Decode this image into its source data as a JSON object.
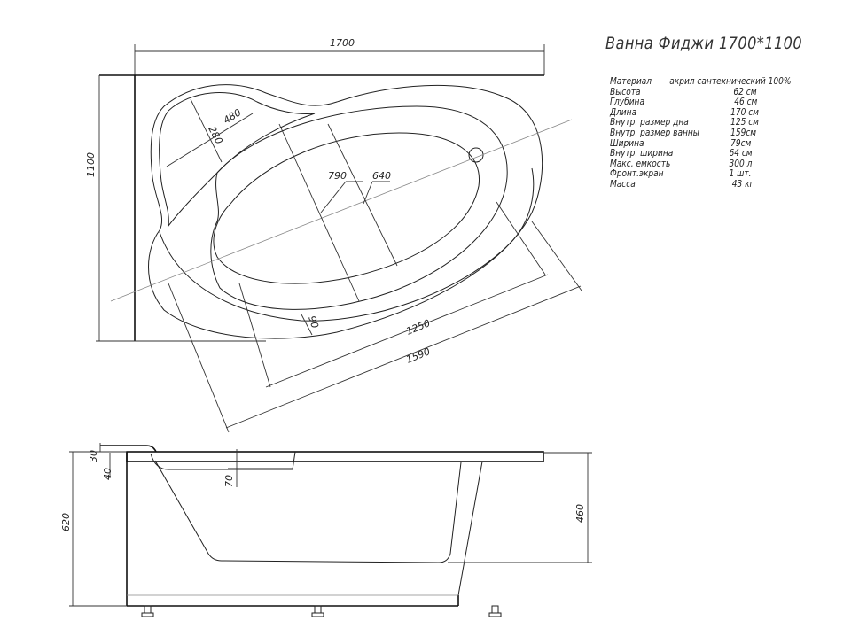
{
  "title": "Ванна Фиджи 1700*1100",
  "specs": [
    {
      "label": "Материал",
      "value": "акрил сантехнический 100%"
    },
    {
      "label": "Высота",
      "value": "62 см"
    },
    {
      "label": "Глубина",
      "value": "46 см"
    },
    {
      "label": "Длина",
      "value": "170 см"
    },
    {
      "label": "Внутр. размер дна",
      "value": "125 см"
    },
    {
      "label": "Внутр. размер ванны",
      "value": "159см"
    },
    {
      "label": "Ширина",
      "value": "79см"
    },
    {
      "label": "Внутр. ширина",
      "value": "64 см"
    },
    {
      "label": "Макс. емкость",
      "value": "300 л"
    },
    {
      "label": "Фронт.экран",
      "value": "1 шт."
    },
    {
      "label": "Масса",
      "value": "43 кг"
    }
  ],
  "top_view": {
    "length": "1700",
    "width": "1100",
    "headrest_a": "280",
    "headrest_b": "480",
    "inner_width": "790",
    "bottom_width": "640",
    "rim": "90",
    "bottom_length": "1250",
    "inner_length": "1590"
  },
  "side_view": {
    "rim_top": "30",
    "rim": "40",
    "step": "70",
    "height": "620",
    "depth": "460"
  }
}
